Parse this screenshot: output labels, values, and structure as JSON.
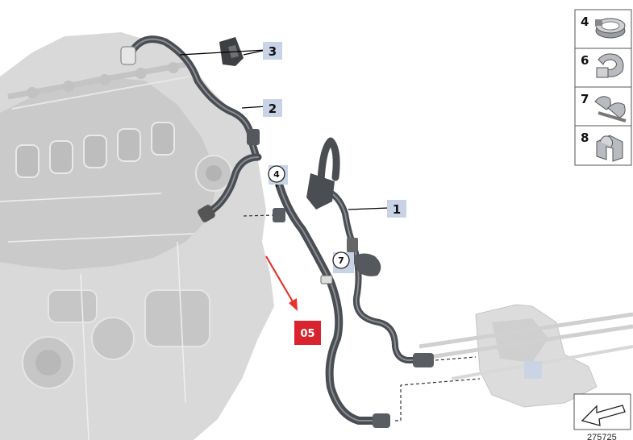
{
  "callouts": [
    {
      "id": "1",
      "label": "1"
    },
    {
      "id": "2",
      "label": "2"
    },
    {
      "id": "3",
      "label": "3"
    }
  ],
  "circle_markers": [
    {
      "id": "4",
      "label": "4"
    },
    {
      "id": "7",
      "label": "7"
    }
  ],
  "legend": [
    {
      "label": "4",
      "icon": "clamp-ring-icon"
    },
    {
      "label": "6",
      "icon": "clip-open-icon"
    },
    {
      "label": "7",
      "icon": "double-clip-icon"
    },
    {
      "label": "8",
      "icon": "bracket-clip-icon"
    }
  ],
  "badge": {
    "label": "05",
    "color": "#d9232e"
  },
  "diagram_id": "275725",
  "colors": {
    "hose": "#4a4d52",
    "hose_highlight": "#8a8e94",
    "engine": "#d8d8d8",
    "callout_bg": "#c9d3e6",
    "arrow": "#e8322c"
  }
}
